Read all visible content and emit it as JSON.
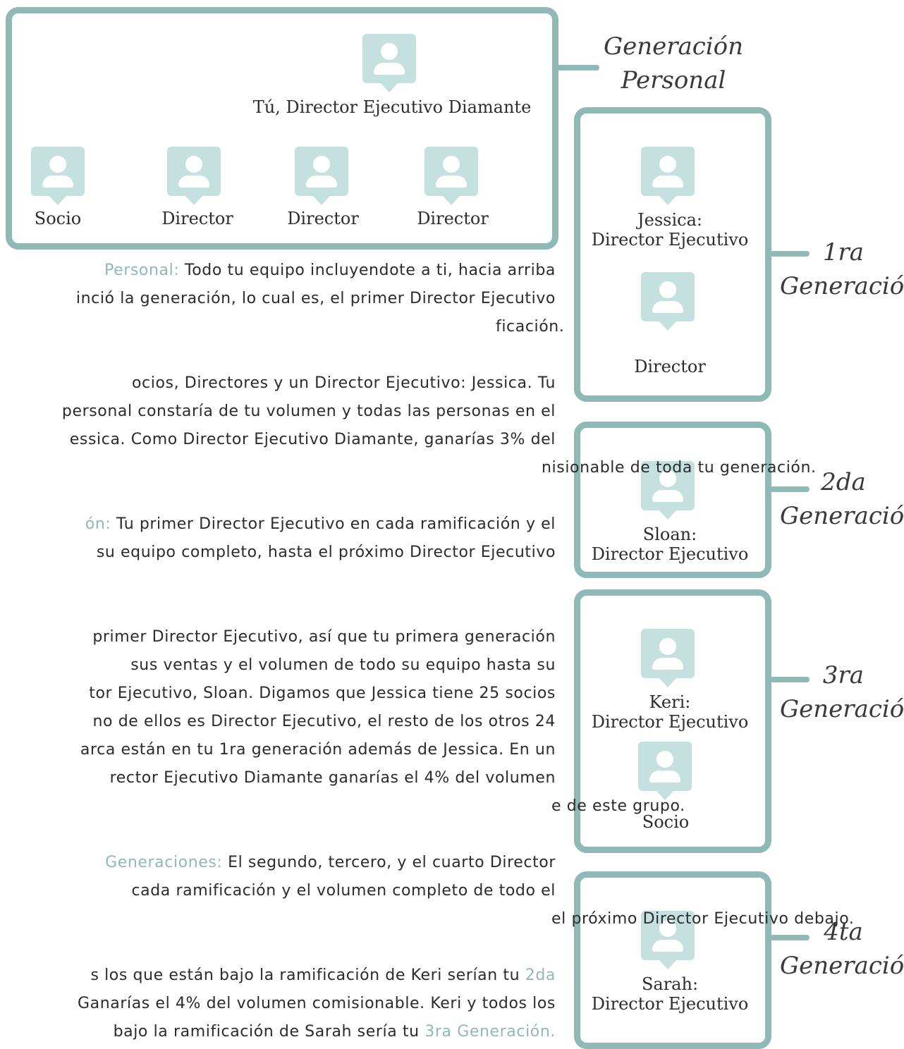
{
  "top_box": {
    "you_label": "Tú, Director Ejecutivo Diamante",
    "members": [
      "Socio",
      "Director",
      "Director",
      "Director"
    ],
    "generation_label": [
      "Generación",
      "Personal"
    ]
  },
  "gen1": {
    "members": [
      [
        "Jessica:",
        "Director Ejecutivo"
      ],
      [
        "Director"
      ]
    ],
    "label": [
      "1ra",
      "Generación"
    ]
  },
  "gen2": {
    "members": [
      [
        "Sloan:",
        "Director Ejecutivo"
      ]
    ],
    "label": [
      "2da",
      "Generación"
    ]
  },
  "gen3": {
    "members": [
      [
        "Keri:",
        "Director Ejecutivo"
      ],
      [
        "Socio"
      ]
    ],
    "label": [
      "3ra",
      "Generación"
    ]
  },
  "gen4": {
    "members": [
      [
        "Sarah:",
        "Director Ejecutivo"
      ]
    ],
    "label": [
      "4ta",
      "Generación"
    ]
  },
  "text": {
    "p1": {
      "lines": [
        {
          "hl": "Personal:",
          "rest": " Todo tu equipo incluyendote a ti, hacia arriba"
        },
        {
          "rest": "inció la generación, lo cual es, el primer Director Ejecutivo"
        },
        {
          "rest": "ficación."
        }
      ]
    },
    "p2": {
      "lines": [
        "ocios, Directores y un Director Ejecutivo: Jessica. Tu",
        "personal constaría de tu volumen y todas las personas en el",
        "essica. Como Director Ejecutivo Diamante, ganarías 3% del",
        "nisionable de toda tu generación."
      ]
    },
    "p3": {
      "lines": [
        {
          "hl": "ón:",
          "rest": " Tu primer Director Ejecutivo en cada ramificación y el"
        },
        {
          "rest": "su equipo completo, hasta el próximo Director Ejecutivo"
        }
      ]
    },
    "p4": {
      "lines": [
        "primer Director Ejecutivo, así que tu primera generación",
        "sus ventas y el volumen de todo su equipo hasta su",
        "tor Ejecutivo, Sloan. Digamos que Jessica tiene 25 socios",
        "no de ellos es Director Ejecutivo, el resto de los otros 24",
        "arca están en tu 1ra generación además de Jessica. En un",
        "rector Ejecutivo Diamante ganarías el 4% del volumen",
        "e de este grupo."
      ]
    },
    "p5": {
      "lines": [
        {
          "hl": "Generaciones:",
          "rest": " El segundo, tercero, y el cuarto Director"
        },
        {
          "rest": "cada ramificación y el volumen completo de todo el"
        },
        {
          "rest": "el próximo Director Ejecutivo debajo."
        }
      ]
    },
    "p6": {
      "lines": [
        {
          "pre": "s los que están bajo la ramificación de Keri serían tu ",
          "hl": "2da"
        },
        {
          "pre": "Ganarías el 4% del volumen comisionable. Keri y todos los"
        },
        {
          "pre": "bajo la ramificación de Sarah sería tu ",
          "hl": "3ra Generación."
        }
      ]
    }
  }
}
